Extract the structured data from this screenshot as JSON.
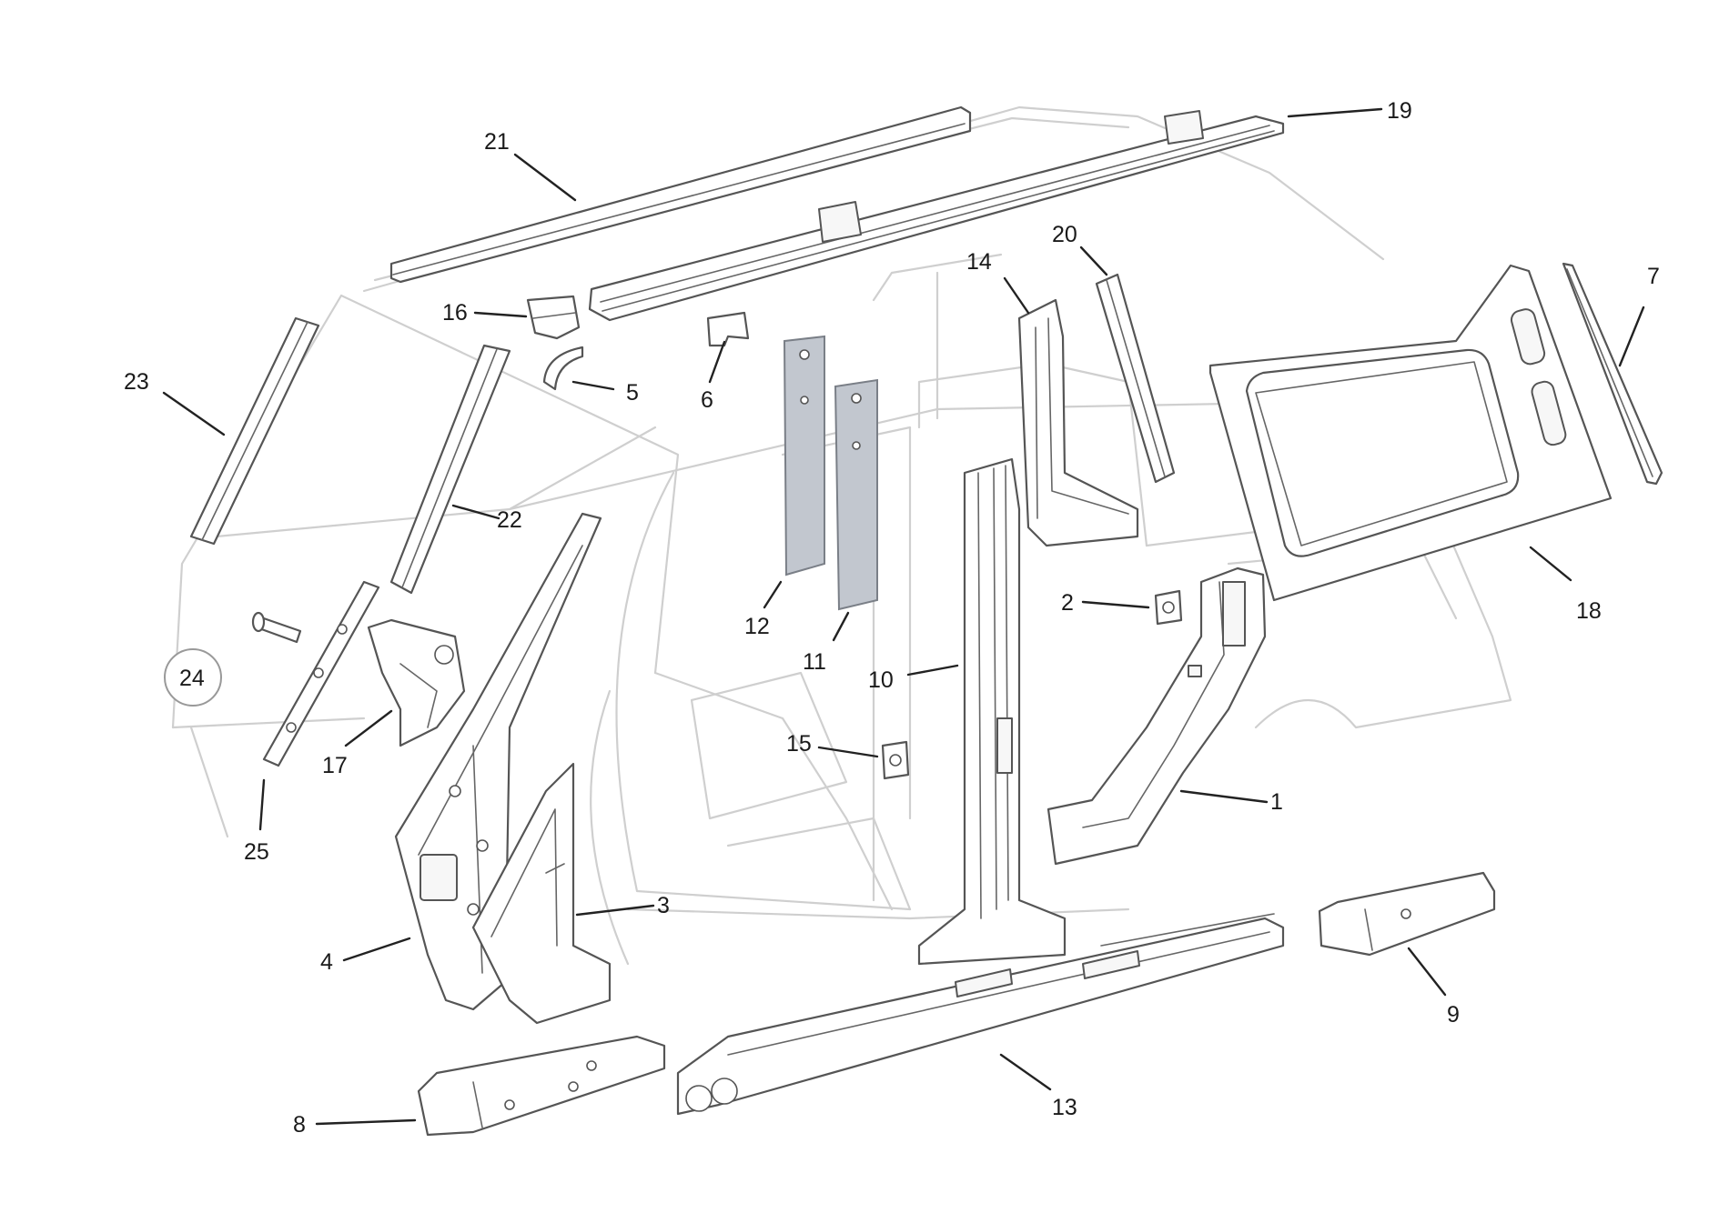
{
  "callouts": {
    "c1": "1",
    "c2": "2",
    "c3": "3",
    "c4": "4",
    "c5": "5",
    "c6": "6",
    "c7": "7",
    "c8": "8",
    "c9": "9",
    "c10": "10",
    "c11": "11",
    "c12": "12",
    "c13": "13",
    "c14": "14",
    "c15": "15",
    "c16": "16",
    "c17": "17",
    "c18": "18",
    "c19": "19",
    "c20": "20",
    "c21": "21",
    "c22": "22",
    "c23": "23",
    "c24": "24",
    "c25": "25"
  },
  "colors": {
    "ghost_outline": "#cfcfcf",
    "part_outline": "#555555",
    "highlight_panel": "#c2c7cf",
    "callout_text": "#1a1a1a"
  }
}
